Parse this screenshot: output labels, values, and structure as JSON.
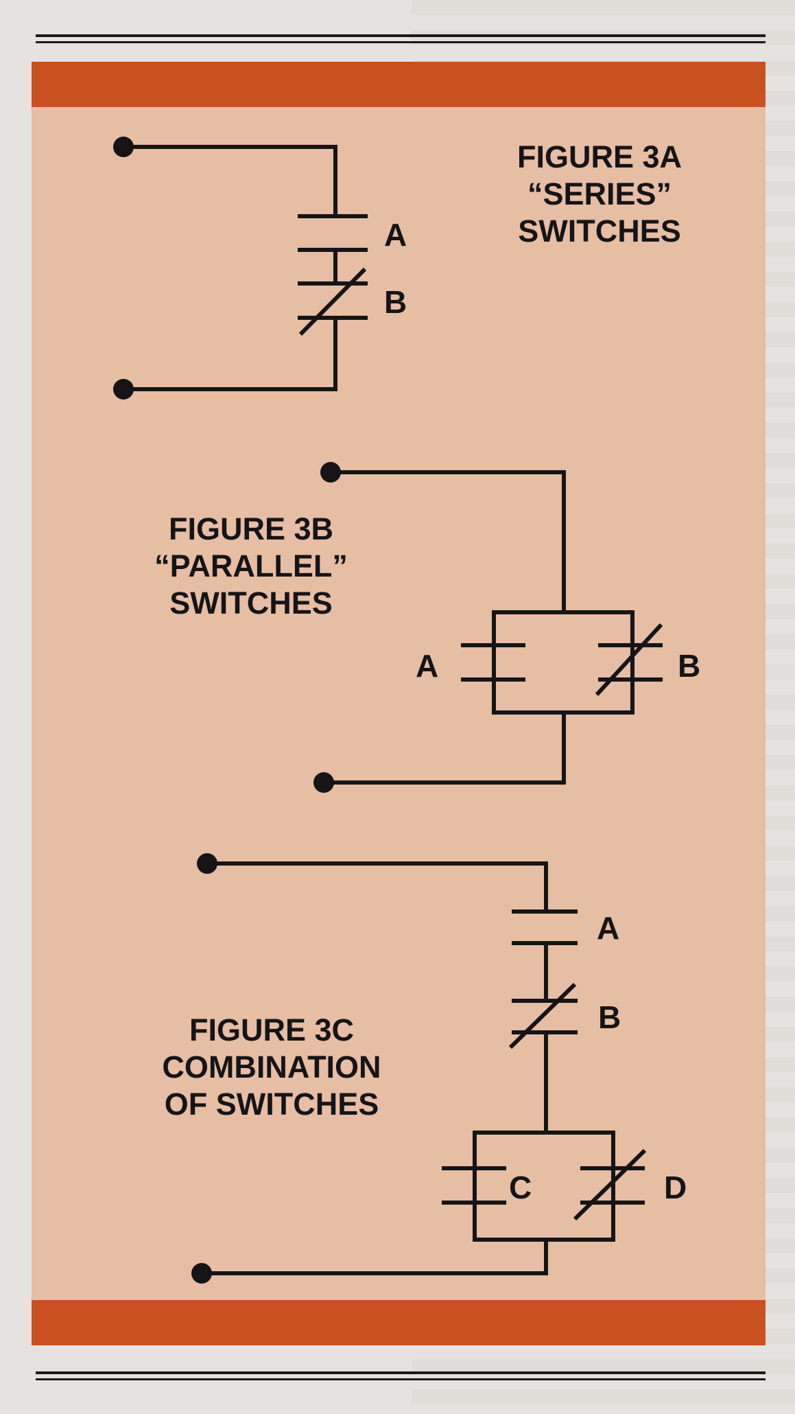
{
  "colors": {
    "paper": "#e6e2df",
    "panel": "#e6bea4",
    "band": "#c8511f",
    "ink": "#151515"
  },
  "figures": {
    "fig3a": {
      "line1": "FIGURE 3A",
      "line2": "“SERIES”",
      "line3": "SWITCHES",
      "labels": [
        "A",
        "B"
      ]
    },
    "fig3b": {
      "line1": "FIGURE 3B",
      "line2": "“PARALLEL”",
      "line3": "SWITCHES",
      "labels": [
        "A",
        "B"
      ]
    },
    "fig3c": {
      "line1": "FIGURE 3C",
      "line2": "COMBINATION",
      "line3": "OF SWITCHES",
      "labels": [
        "A",
        "B",
        "C",
        "D"
      ]
    }
  }
}
